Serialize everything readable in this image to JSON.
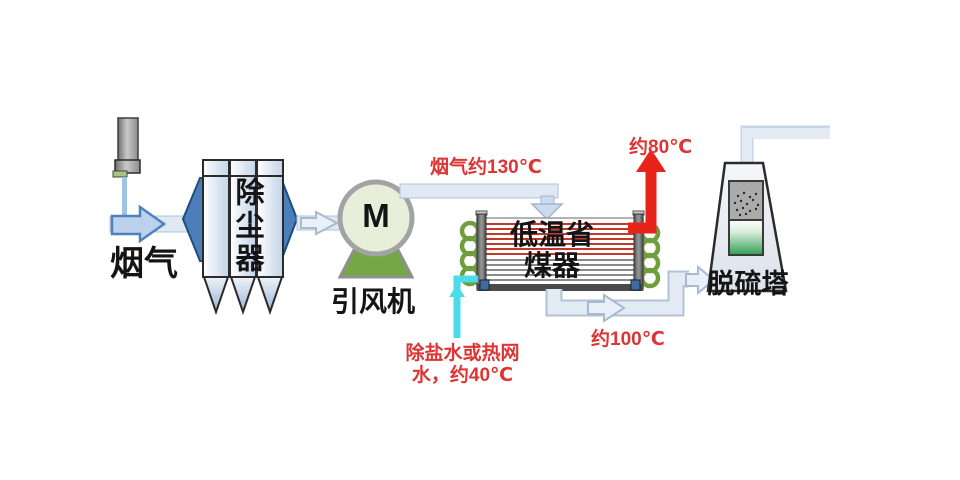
{
  "labels": {
    "flue_gas": "烟气",
    "dust_collector": "除尘器",
    "fan_motor": "M",
    "fan": "引风机",
    "flue_temp_in": "烟气约130℃",
    "economizer_line1": "低温省",
    "economizer_line2": "煤器",
    "temp_out_top": "约80℃",
    "water_line1": "除盐水或热网",
    "water_line2": "水，约40℃",
    "temp_out_bottom": "约100℃",
    "tower": "脱硫塔"
  },
  "colors": {
    "pipe_fill": "#dfe8f3",
    "pipe_border": "#b4c2d6",
    "arrow_blue_fill": "#bcd2ec",
    "arrow_blue_border": "#4f81bd",
    "hot_red_pipe": "#e8231a",
    "label_red": "#df3434",
    "cyan_pipe": "#4ddbe8",
    "collector_blue": "#4d7ebc",
    "fan_base_green": "#74a844",
    "coil_green": "#6f9e3e",
    "tower_green": "#2f9e55",
    "tube_red": "#c0392b",
    "tube_gray": "#8a8a8a"
  }
}
